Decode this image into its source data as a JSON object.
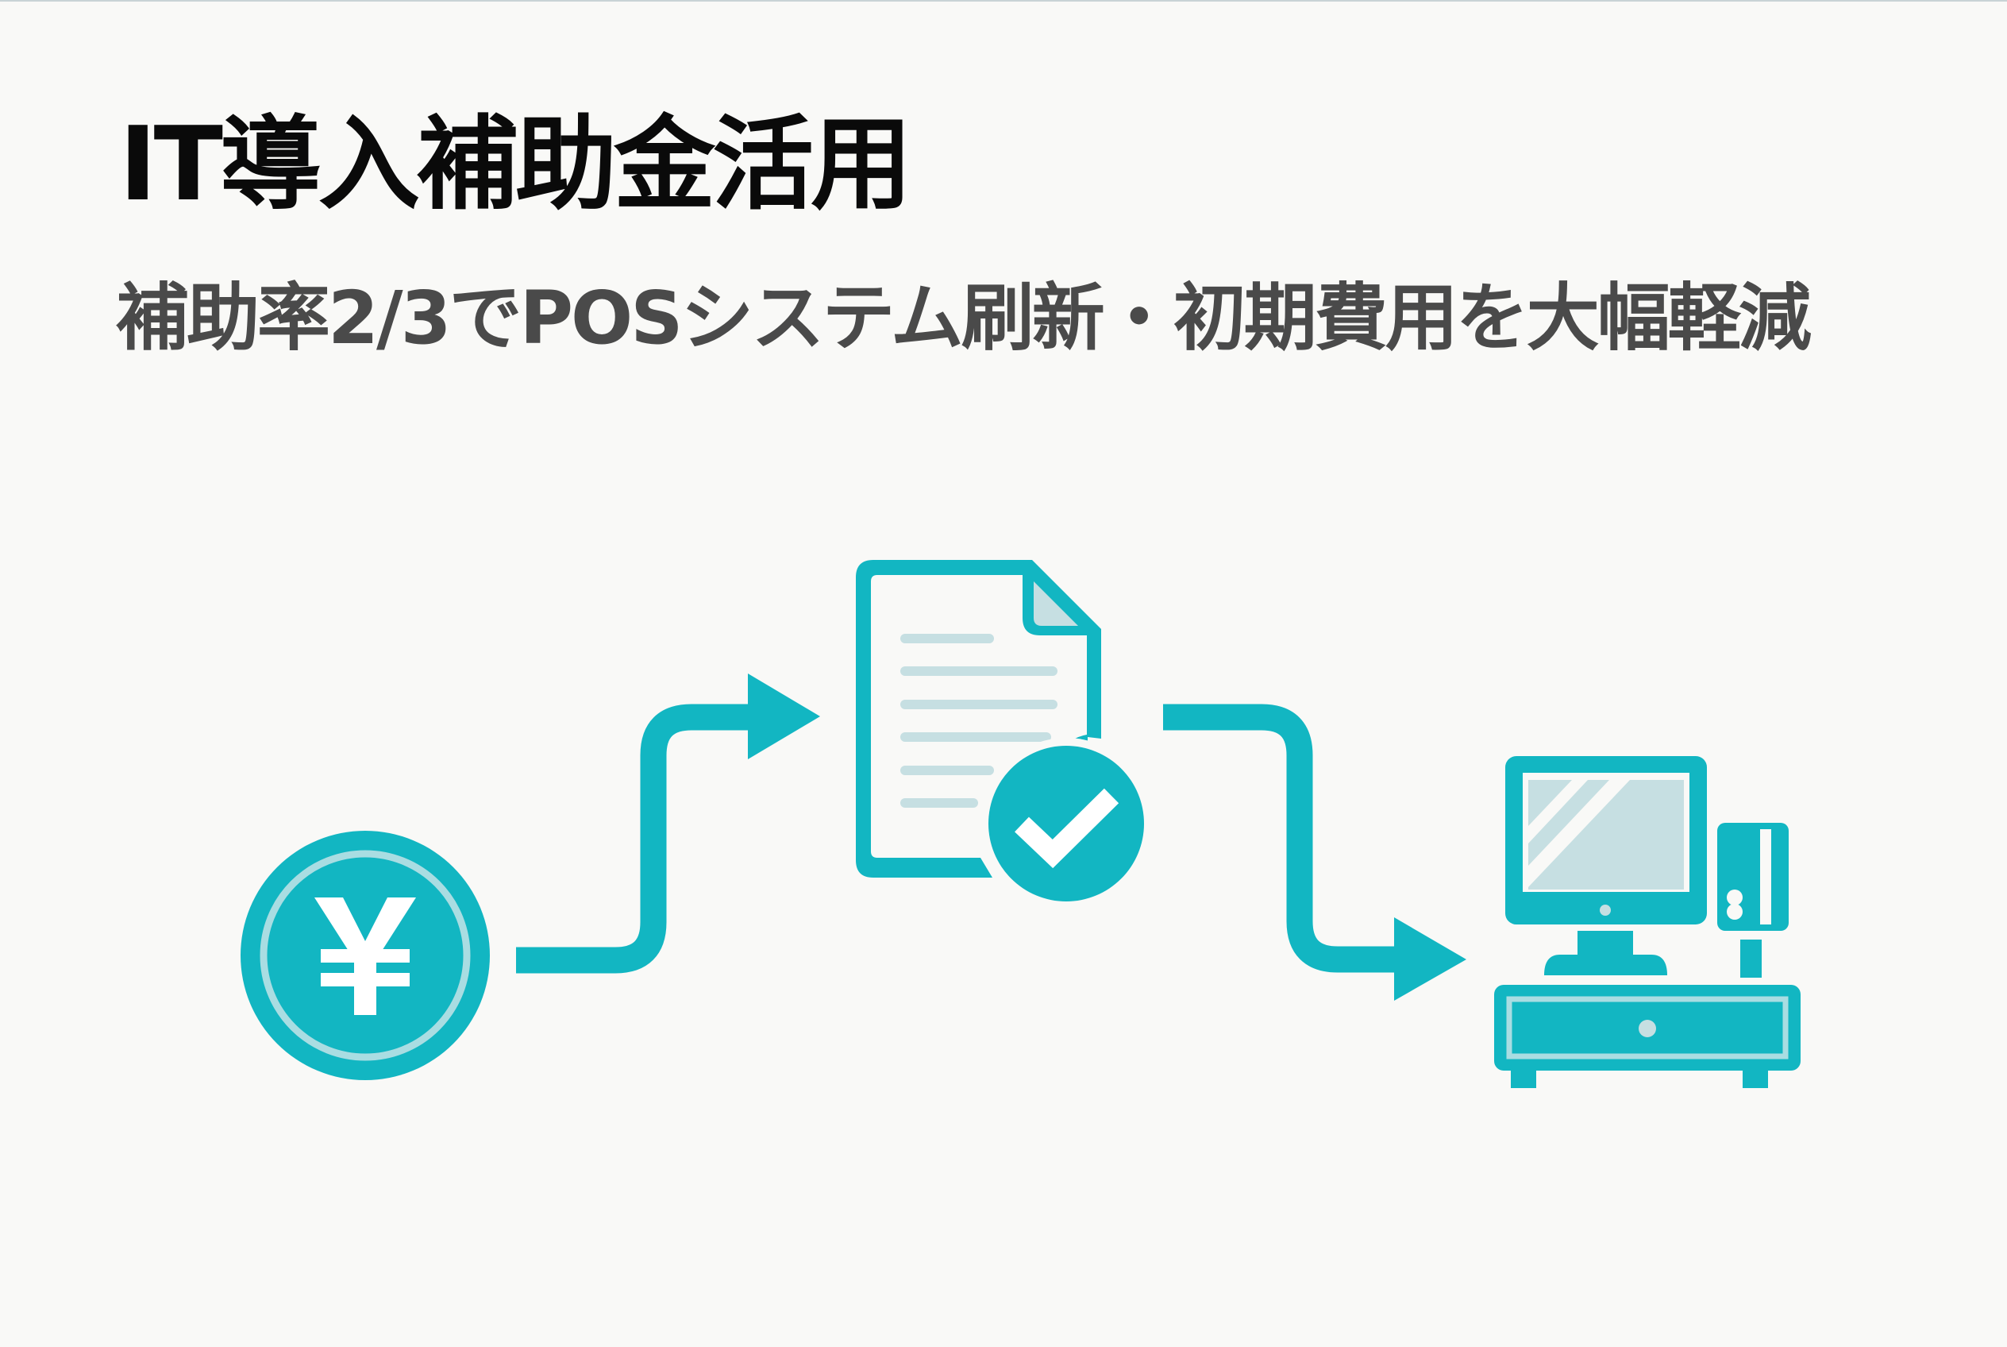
{
  "title": "IT導入補助金活用",
  "subtitle": "補助率2/3でPOSシステム刷新・初期費用を大幅軽減",
  "colors": {
    "background": "#f9f9f7",
    "accent": "#12b6c2",
    "accent_light": "#c6dfe2",
    "title": "#0a0a0a",
    "subtitle": "#4a4a4a"
  },
  "flow": {
    "steps": [
      {
        "icon": "yen-coin-icon"
      },
      {
        "icon": "approved-document-icon"
      },
      {
        "icon": "pos-terminal-icon"
      }
    ],
    "connectors": [
      "step-arrow-up",
      "step-arrow-down"
    ]
  }
}
